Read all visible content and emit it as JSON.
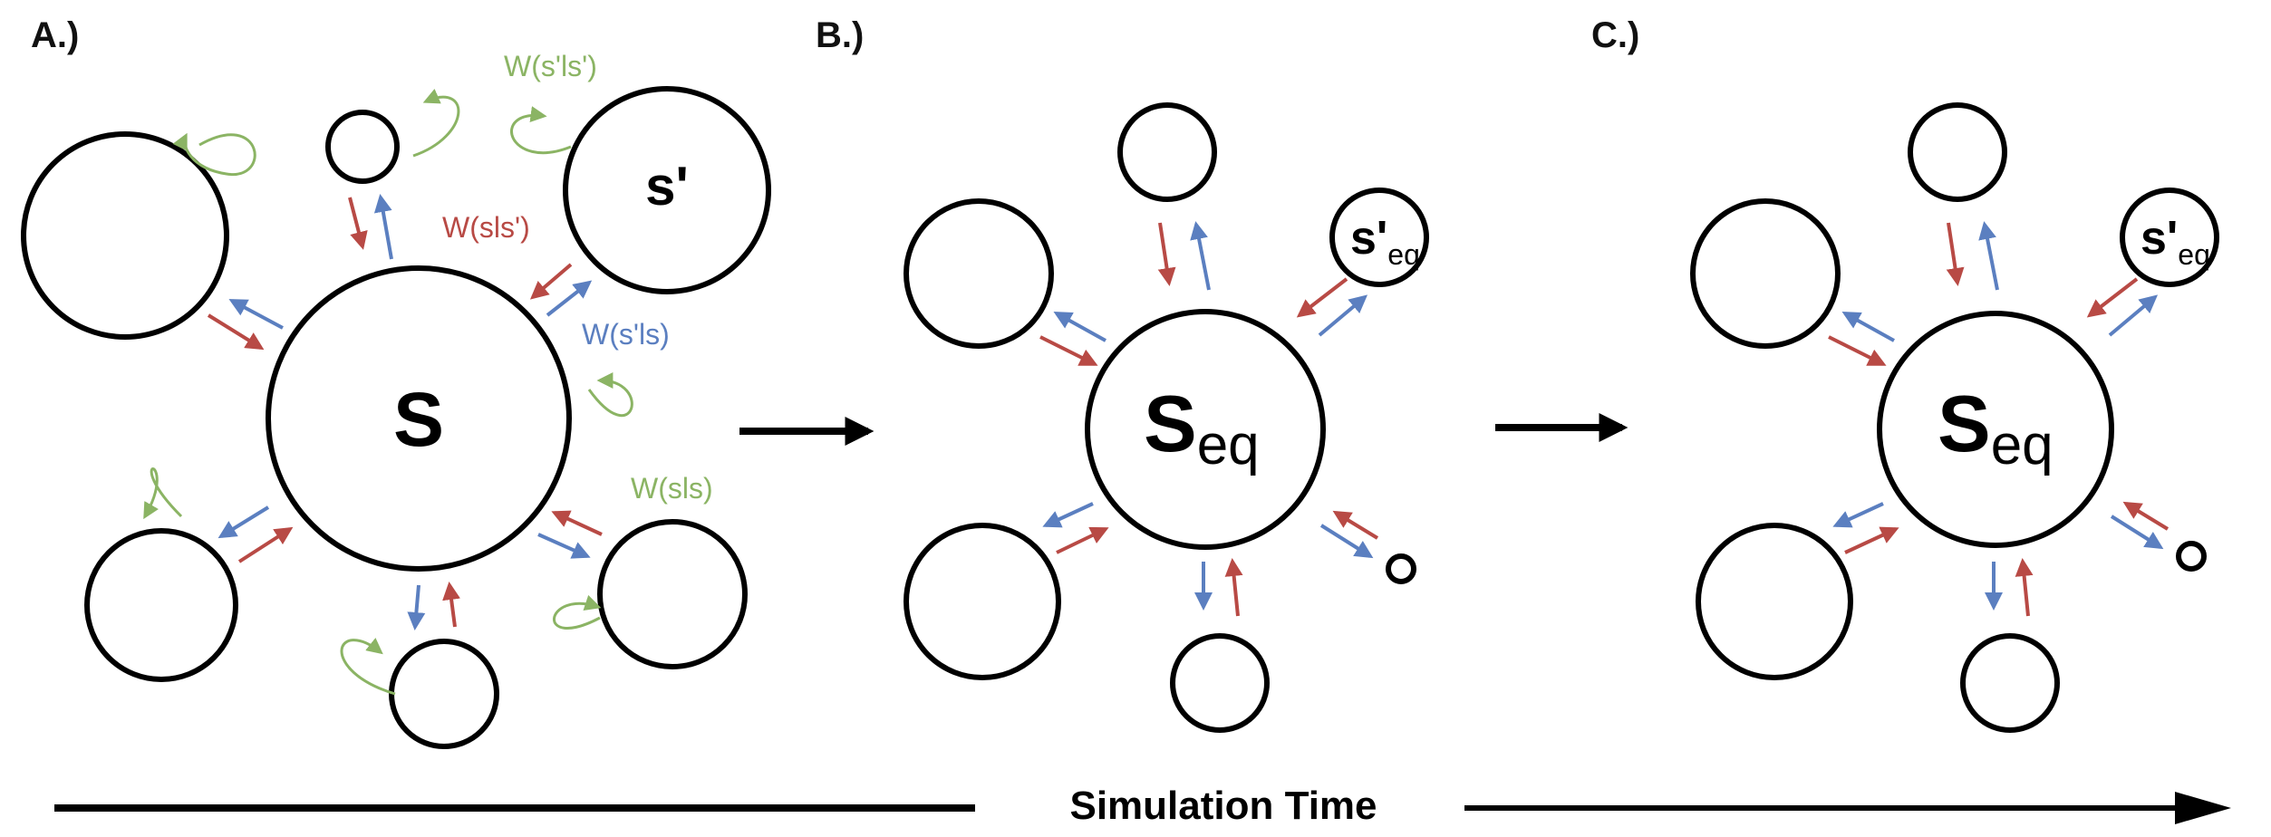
{
  "panels": {
    "a": {
      "label": "A.)",
      "s_label": "S",
      "s_prime_label": "s'"
    },
    "b": {
      "label": "B.)",
      "s_label": "S",
      "s_sub": "eq",
      "s_prime_label": "s'",
      "s_prime_sub": "eq"
    },
    "c": {
      "label": "C.)",
      "s_label": "S",
      "s_sub": "eq",
      "s_prime_label": "s'",
      "s_prime_sub": "eq"
    }
  },
  "rates": {
    "w_sprime_sprime": "W(s'ls')",
    "w_s_sprime": "W(sls')",
    "w_sprime_s": "W(s'ls)",
    "w_s_s": "W(sls)"
  },
  "timeline": {
    "label": "Simulation Time"
  },
  "colors": {
    "red": "#b84a45",
    "blue": "#5b7fc0",
    "green": "#8bb464",
    "ink": "#000000"
  }
}
